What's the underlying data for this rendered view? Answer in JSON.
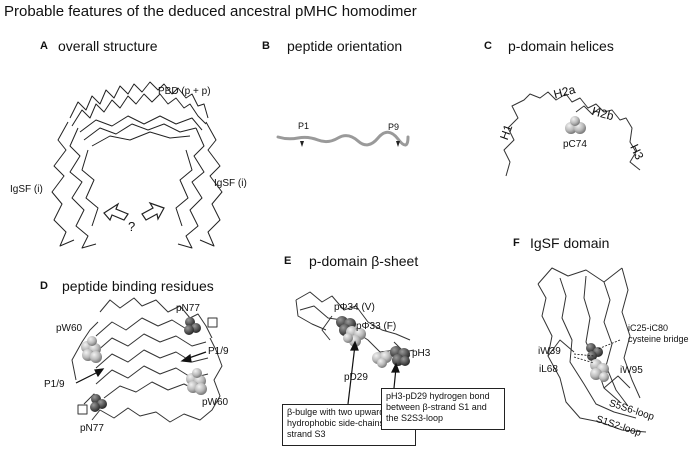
{
  "figure_title": "Probable features of the deduced ancestral pMHC homodimer",
  "panels": {
    "A": {
      "letter": "A",
      "title": "overall structure",
      "label_pbd": "PBD (p + p)",
      "label_igsf_left": "IgSF (i)",
      "label_igsf_right": "IgSF (i)",
      "question": "?"
    },
    "B": {
      "letter": "B",
      "title": "peptide orientation",
      "label_p1": "P1",
      "label_p9": "P9"
    },
    "C": {
      "letter": "C",
      "title": "p-domain helices",
      "label_h1": "H1",
      "label_h2a": "H2a",
      "label_h2b": "H2b",
      "label_h3": "H3",
      "label_pc74": "pC74"
    },
    "D": {
      "letter": "D",
      "title": "peptide binding residues",
      "label_pw60_top": "pW60",
      "label_pn77_top": "pN77",
      "label_p19_left": "P1/9",
      "label_p19_right": "P1/9",
      "label_pn77_bottom": "pN77",
      "label_pw60_bottom": "pW60"
    },
    "E": {
      "letter": "E",
      "title": "p-domain β-sheet",
      "label_pphi34": "pΦ34 (V)",
      "label_pphi33": "pΦ33 (F)",
      "label_ph3": "pH3",
      "label_pd29": "pD29",
      "box_left": "β-bulge with two upwards hydrophobic side-chains in β-strand S3",
      "box_right": "pH3-pD29 hydrogen bond between β-strand S1 and the S2S3-loop"
    },
    "F": {
      "letter": "F",
      "title": "IgSF domain",
      "label_bridge": "iC25-iC80 cysteine bridge",
      "label_iw39": "iW39",
      "label_il68": "iL68",
      "label_iw95": "iW95",
      "label_s5s6": "S5S6-loop",
      "label_s1s2": "S1S2-loop"
    }
  },
  "colors": {
    "line": "#222222",
    "sphere_light": "#bdbdbd",
    "sphere_dark": "#5a5a5a",
    "peptide": "#8a8a8a"
  }
}
